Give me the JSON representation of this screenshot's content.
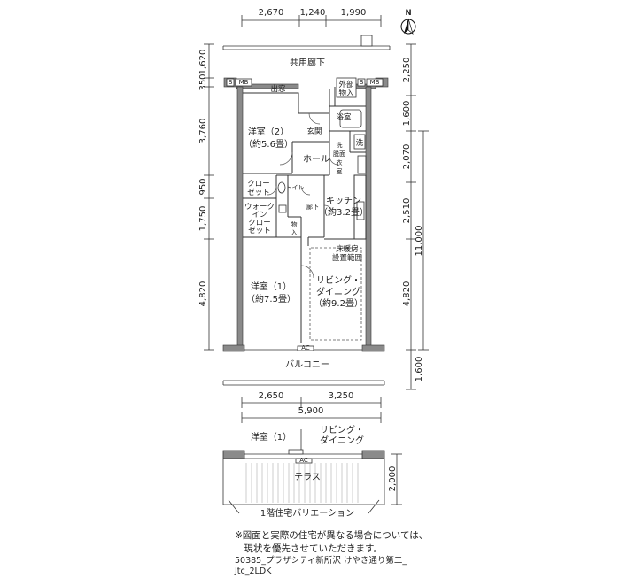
{
  "north": "N",
  "dims_top": [
    "2,670",
    "1,240",
    "1,990"
  ],
  "dims_left": [
    "1,620",
    "350",
    "3,760",
    "950",
    "1,750",
    "4,820"
  ],
  "dims_right": [
    "2,250",
    "1,600",
    "2,070",
    "2,510",
    "4,820",
    "1,600"
  ],
  "dim_right_total": "11,000",
  "dims_bottom": [
    "2,650",
    "3,250"
  ],
  "dim_bottom_total": "5,900",
  "dim_terrace": "2,000",
  "labels": {
    "corridor": "共用廊下",
    "mb_left": "MB",
    "mb_right": "MB",
    "b_left": "B",
    "b_right": "B",
    "demado": "出窓",
    "gaibu_1": "外部",
    "gaibu_2": "物入",
    "bath": "浴室",
    "entrance": "玄関",
    "washer": "洗",
    "senmen_1": "洗",
    "senmen_2": "脱面",
    "senmen_3": "衣",
    "senmen_4": "室",
    "hall": "ホール",
    "room2_a": "洋室（2）",
    "room2_b": "（約5.6畳）",
    "closet_a": "クロー",
    "closet_b": "ゼット",
    "toilet": "トイレ",
    "corridor_in": "廊下",
    "kitchen_a": "キッチン",
    "kitchen_b": "（約3.2畳）",
    "wic_a": "ウォーク",
    "wic_b": "イン",
    "wic_c": "クロー",
    "wic_d": "ゼット",
    "storage_a": "物",
    "storage_b": "入",
    "floorheat_a": "床暖房",
    "floorheat_b": "設置範囲",
    "room1_a": "洋室（1）",
    "room1_b": "（約7.5畳）",
    "living_a": "リビング・",
    "living_b": "ダイニング",
    "living_c": "（約9.2畳）",
    "balcony": "バルコニー",
    "ac": "AC",
    "sub_room1": "洋室（1）",
    "sub_living_a": "リビング・",
    "sub_living_b": "ダイニング",
    "terrace": "テラス",
    "variation": "1階住宅バリエーション"
  },
  "notes": {
    "line1": "※図面と実際の住宅が異なる場合については、",
    "line2": "　現状を優先させていただきます。",
    "property_1": "50385_プラザシティ新所沢 けやき通り第二_",
    "property_2": "Jtc_2LDK"
  },
  "colors": {
    "wall": "#8a8a8a",
    "line": "#333333",
    "accent": "#111111"
  }
}
